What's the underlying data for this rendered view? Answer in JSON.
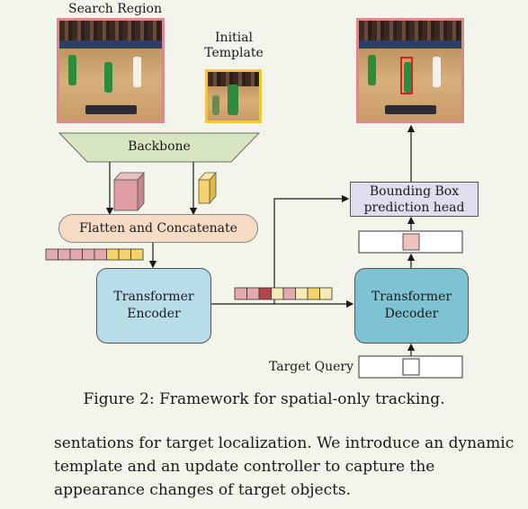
{
  "labels": {
    "search_region": "Search Region",
    "initial_template_line1": "Initial",
    "initial_template_line2": "Template",
    "backbone": "Backbone",
    "flatten": "Flatten and Concatenate",
    "encoder_line1": "Transformer",
    "encoder_line2": "Encoder",
    "decoder_line1": "Transformer",
    "decoder_line2": "Decoder",
    "bbox_line1": "Bounding Box",
    "bbox_line2": "prediction head",
    "target_query": "Target Query"
  },
  "caption": "Figure 2: Framework for spatial-only tracking.",
  "body_text": "sentations for target localization. We introduce an dynamic template and an update controller to capture the appearance changes of target objects.",
  "colors": {
    "search_border": "#d98b8b",
    "template_border": "#f2c73a",
    "backbone_fill": "#d7e6c0",
    "flatten_fill": "#f6dcc4",
    "encoder_fill": "#b9dde8",
    "decoder_fill": "#7ec3d4",
    "bbox_fill": "#e2dcef",
    "token_pink": "#e3a9ad",
    "token_dark": "#b2454a",
    "token_yellow": "#f6d36a",
    "token_cream": "#f7eab4"
  },
  "tokens_left": [
    "token_pink",
    "token_pink",
    "token_pink",
    "token_pink",
    "token_pink",
    "token_yellow",
    "token_yellow",
    "token_yellow"
  ],
  "tokens_middle": [
    "token_pink",
    "token_pink",
    "token_dark",
    "token_cream",
    "token_pink",
    "token_cream",
    "token_yellow",
    "token_cream"
  ]
}
